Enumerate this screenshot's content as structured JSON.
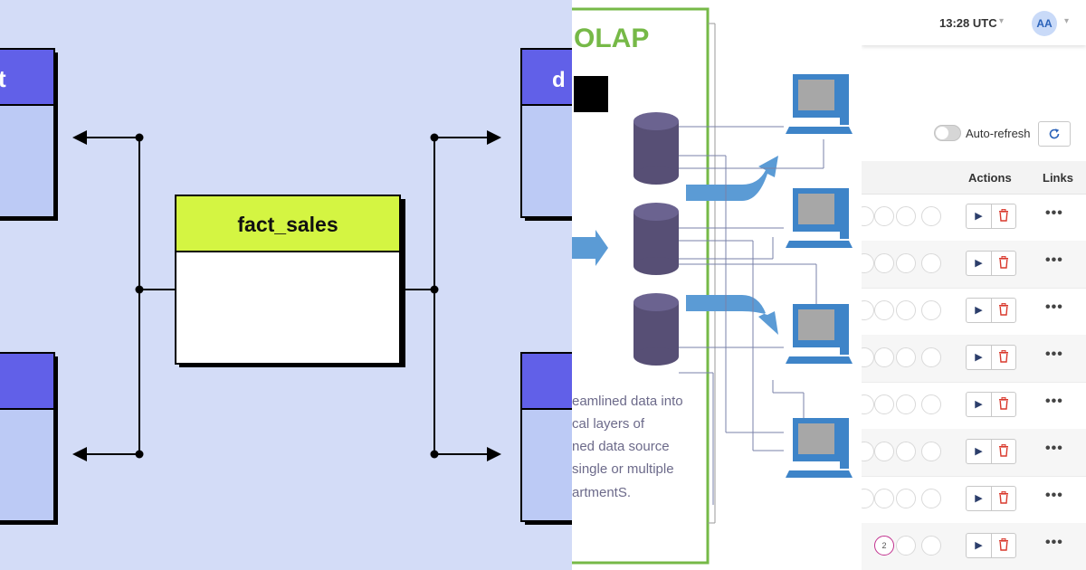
{
  "star_schema": {
    "center_table": {
      "label": "fact_sales",
      "header_color": "#d4f542"
    },
    "left_top_fragment": "t",
    "right_top_fragment": "d",
    "dim_header_color": "#6160e8",
    "dim_body_color": "#bccaf5",
    "background": "#d3dcf7"
  },
  "olap": {
    "title": "OLAP",
    "border_color": "#76b947",
    "cylinder_color": "#574f75",
    "arrow_color": "#5b9bd5",
    "text_lines": [
      "eamlined data into",
      "cal layers of",
      "ned data source",
      "single or multiple",
      "artmentS."
    ]
  },
  "ui": {
    "clock": "13:28 UTC",
    "avatar_initials": "AA",
    "autorefresh_label": "Auto-refresh",
    "autorefresh_on": false,
    "table": {
      "headers": {
        "actions": "Actions",
        "links": "Links"
      },
      "row_count": 8,
      "marked_circle": {
        "row": 8,
        "label": "2"
      },
      "links_label": "•••"
    },
    "icons": {
      "refresh": "refresh-icon",
      "play": "play-icon",
      "trash": "trash-icon",
      "more": "more-dots-icon",
      "caret": "chevron-down-icon"
    },
    "colors": {
      "trash": "#d9382c",
      "play": "#2c3e6b",
      "accent": "#2a62b9"
    }
  }
}
